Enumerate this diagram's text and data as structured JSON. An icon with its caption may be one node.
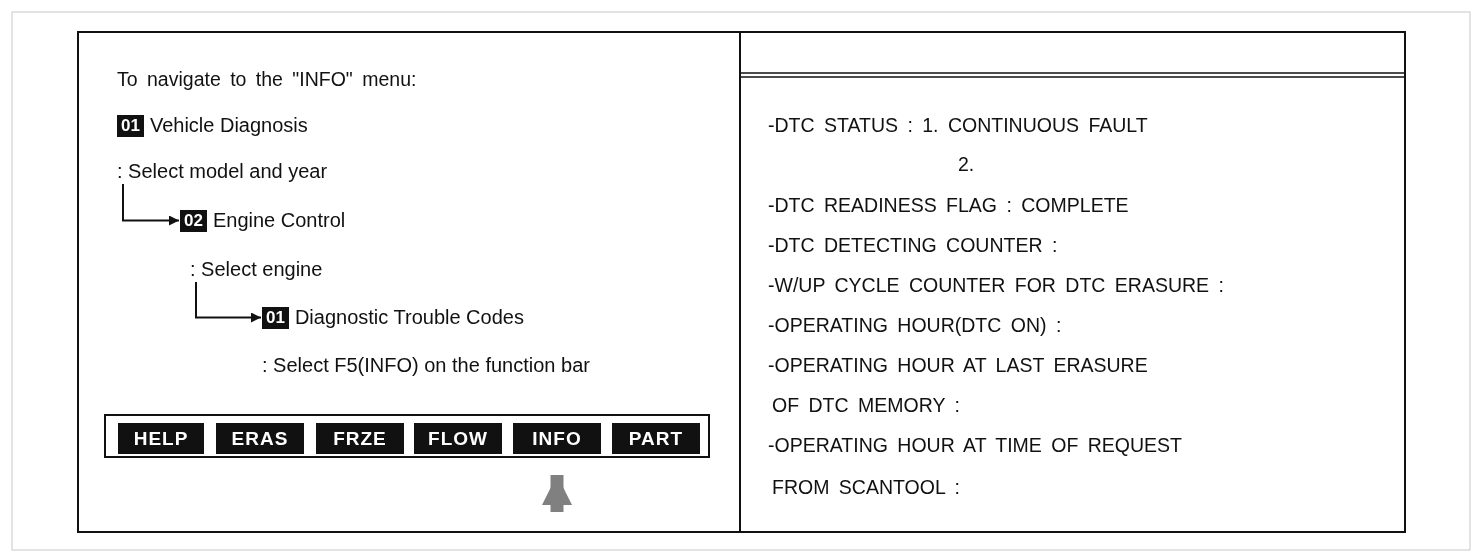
{
  "diagram": {
    "nodes": [
      {
        "text": [
          "01",
          "Vehicle Diagnosis"
        ]
      },
      {
        "text": [
          ": Select model and year"
        ]
      },
      {
        "text": [
          "02",
          "Engine Control"
        ]
      },
      {
        "text": [
          ": Select engine"
        ]
      },
      {
        "text": [
          "01",
          "Diagnostic Trouble Codes"
        ]
      },
      {
        "text": [
          ": Select F5(INFO) on the function bar"
        ]
      },
      {
        "text": [],
        "shape": "bar"
      },
      {
        "text": [
          "HELP"
        ],
        "in": 6
      },
      {
        "text": [
          "ERAS"
        ],
        "in": 6
      },
      {
        "text": [
          "FRZE"
        ],
        "in": 6
      },
      {
        "text": [
          "FLOW"
        ],
        "in": 6
      },
      {
        "text": [
          "INFO"
        ],
        "in": 6
      },
      {
        "text": [
          "PART"
        ],
        "in": 6
      }
    ],
    "edges": [
      {
        "from": 1,
        "to": 2,
        "arrow": "to"
      },
      {
        "from": 3,
        "to": 4,
        "arrow": "to"
      },
      {
        "from": null,
        "to": 11,
        "arrow": "to",
        "style": "thick",
        "color": "#808080"
      }
    ],
    "labels": [
      "To navigate to the \"INFO\" menu:",
      "-DTC STATUS : 1. CONTINUOUS FAULT",
      "2.",
      "-DTC READINESS FLAG : COMPLETE",
      "-DTC DETECTING COUNTER :",
      "-W/UP CYCLE COUNTER FOR DTC ERASURE :",
      "-OPERATING HOUR(DTC ON) :",
      "-OPERATING HOUR AT LAST ERASURE",
      "OF DTC MEMORY :",
      "-OPERATING HOUR AT TIME OF REQUEST",
      "FROM SCANTOOL :"
    ]
  }
}
